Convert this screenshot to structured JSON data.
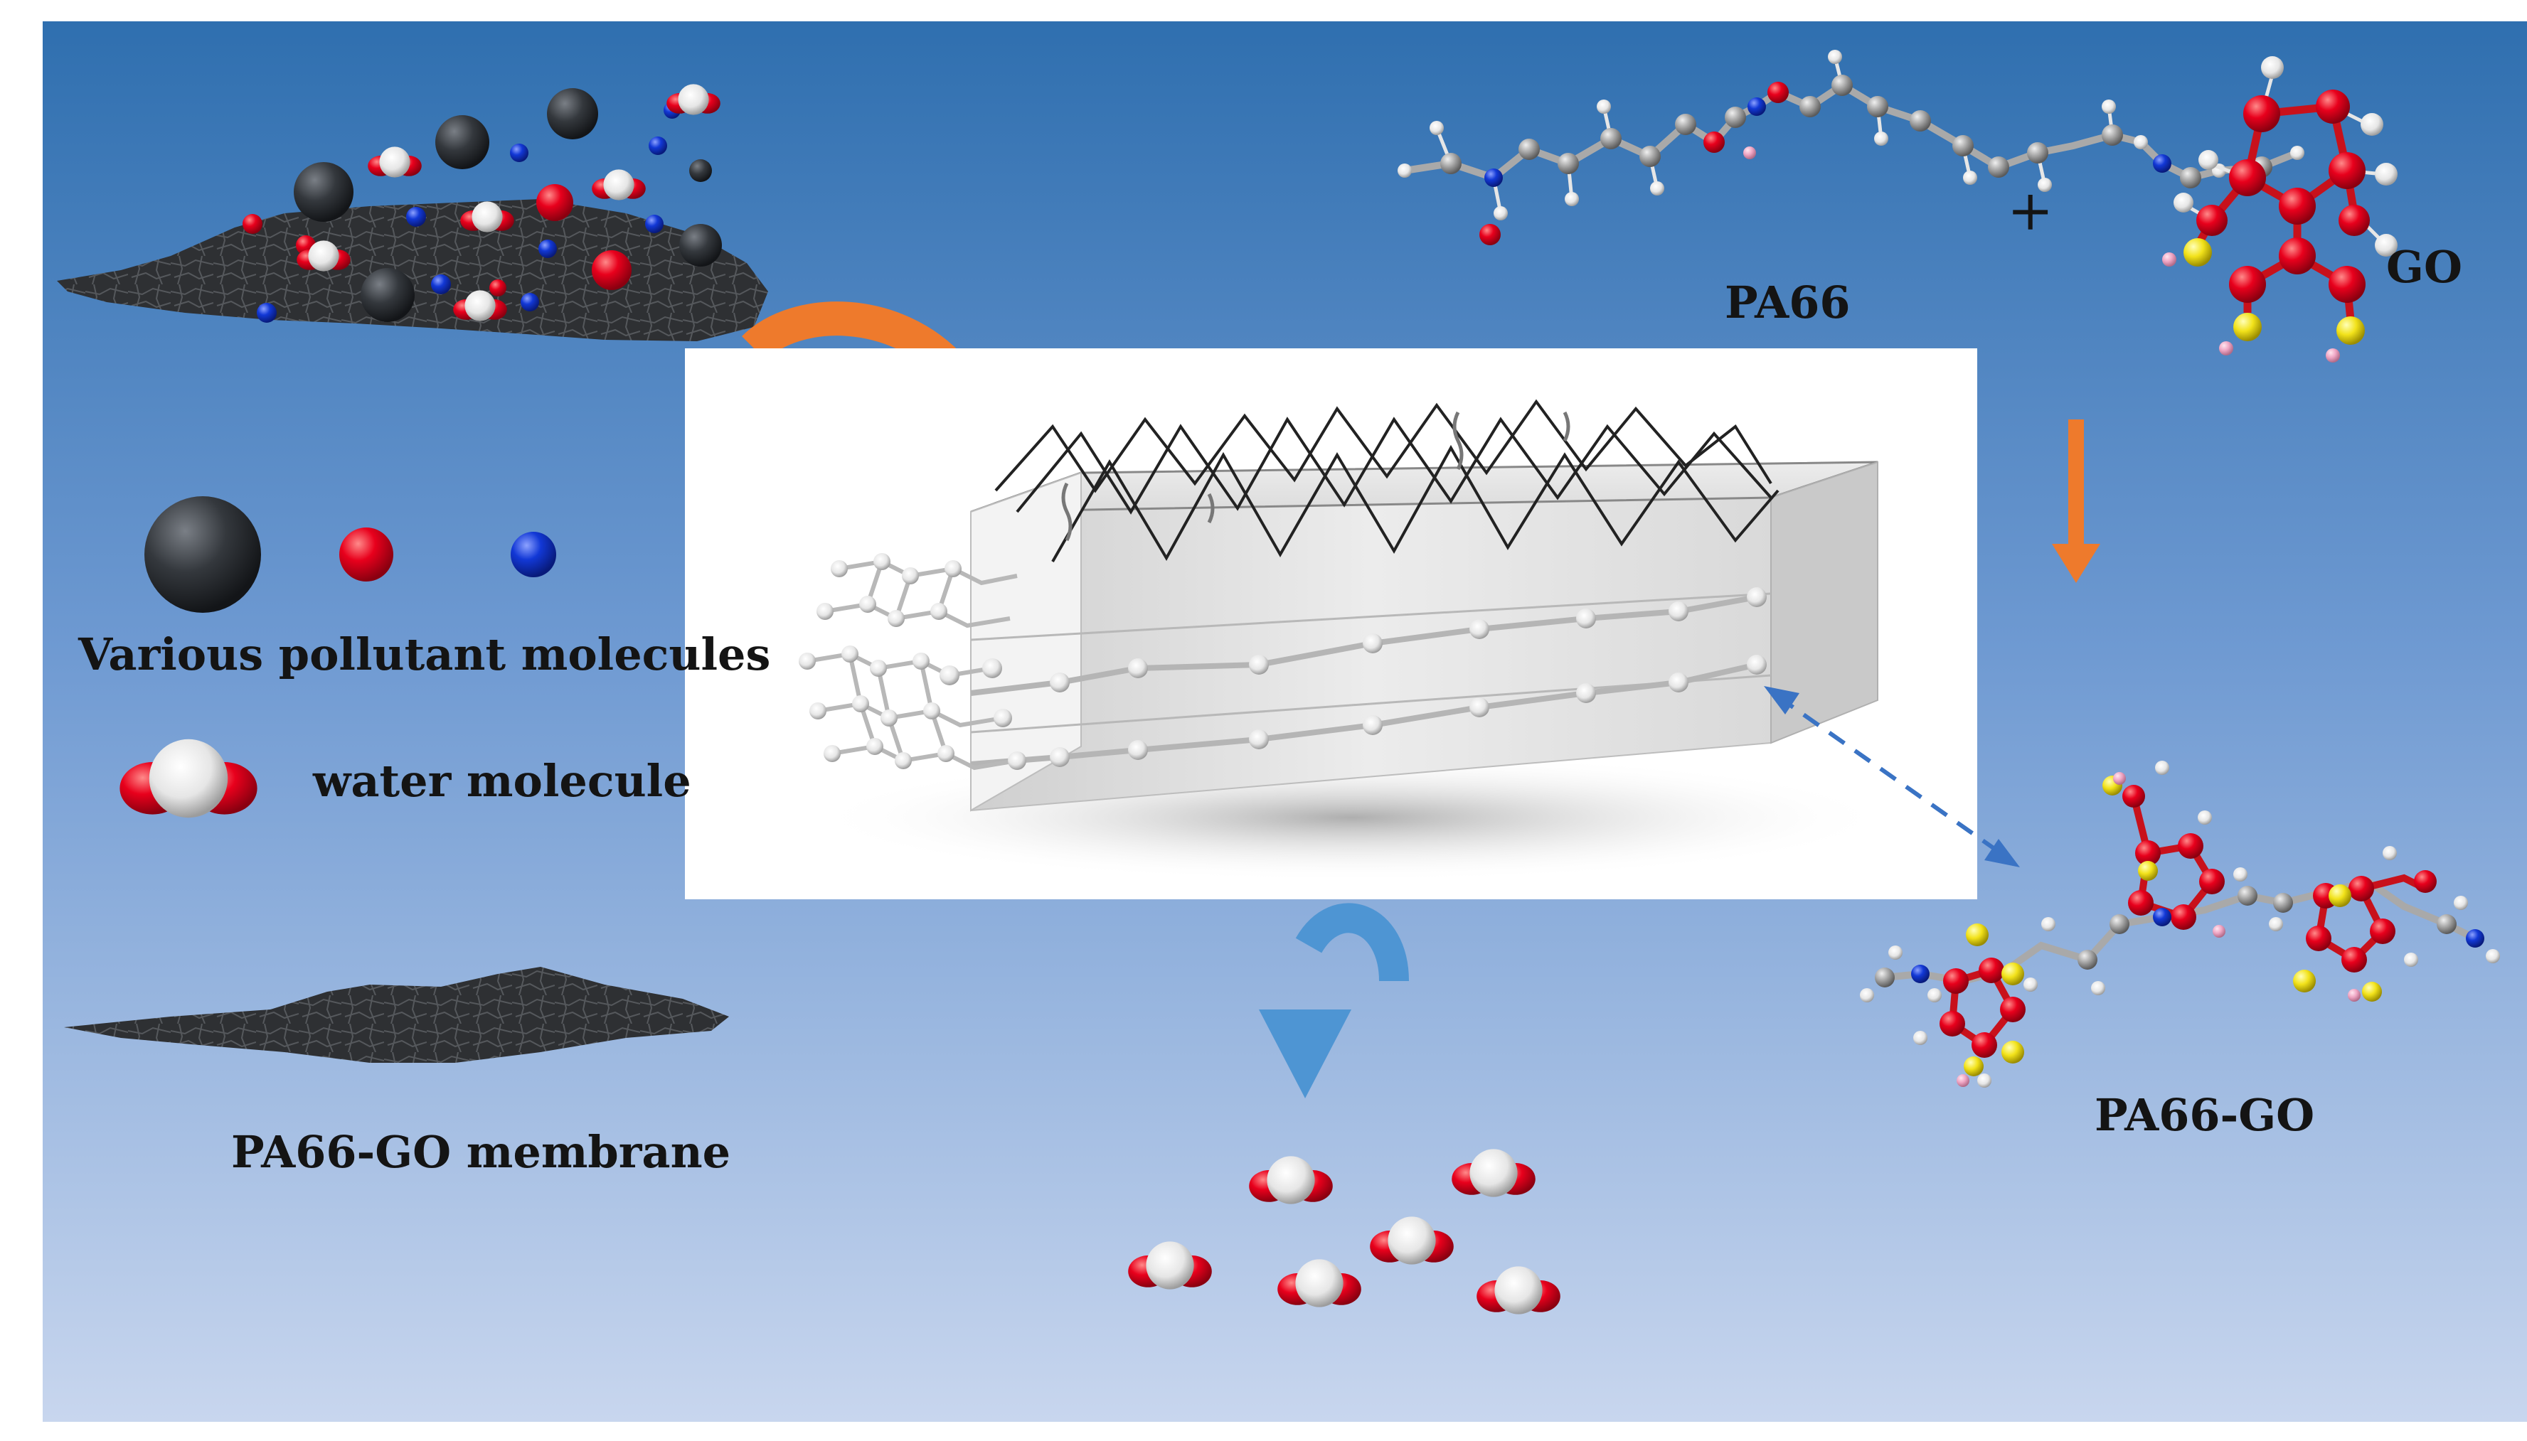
{
  "labels": {
    "pa66": "PA66",
    "plus": "+",
    "go": "GO",
    "pollutants": "Various pollutant molecules",
    "water": "water molecule",
    "membrane": "PA66-GO membrane",
    "pa66_go": "PA66-GO"
  },
  "colors": {
    "background_top": "#2f6faf",
    "background_bottom": "#c8d6ee",
    "pollutant_black": "#2a2d31",
    "pollutant_red": "#e8001c",
    "pollutant_blue": "#1238d6",
    "arrow_orange": "#ee7a2c",
    "arrow_blue": "#4e95d3",
    "dashed_arrow": "#3a73c4",
    "atom_carbon": "#9a9a9a",
    "atom_oxygen": "#c8111b",
    "atom_nitrogen": "#1d35c9",
    "atom_sulfur": "#f2e21a",
    "atom_hydrogen_pink": "#f0a6c4"
  }
}
